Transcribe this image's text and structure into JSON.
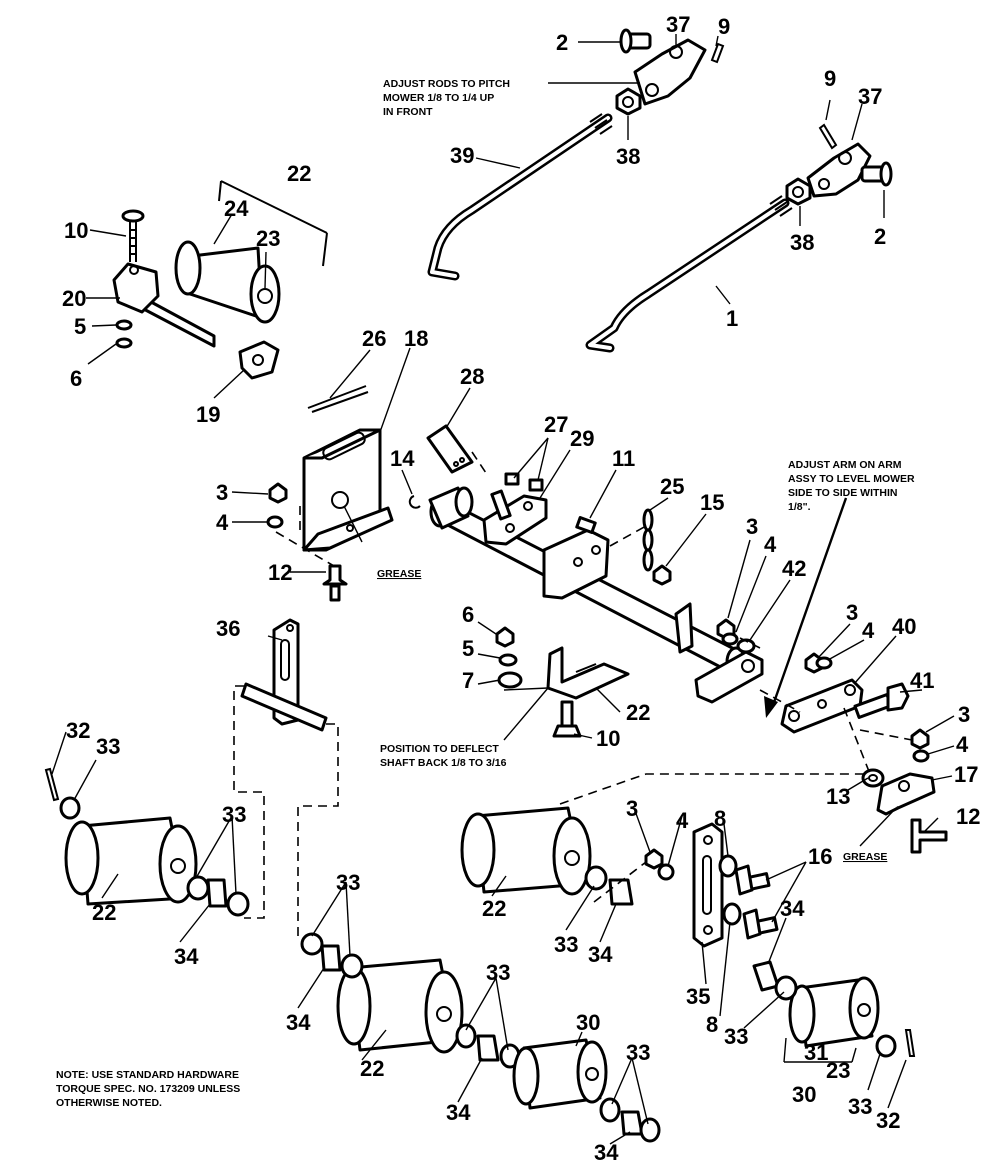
{
  "notes": {
    "pitch": [
      "ADJUST RODS TO PITCH",
      "MOWER 1/8 TO 1/4 UP",
      "IN FRONT"
    ],
    "level": [
      "ADJUST ARM ON ARM",
      "ASSY TO LEVEL MOWER",
      "SIDE TO SIDE WITHIN",
      "1/8\"."
    ],
    "deflect": [
      "POSITION TO DEFLECT",
      "SHAFT BACK 1/8 TO 3/16"
    ],
    "grease": "GREASE",
    "hardware": [
      "NOTE:  USE STANDARD HARDWARE",
      "TORQUE SPEC. NO. 173209 UNLESS",
      "OTHERWISE NOTED."
    ]
  },
  "labels": [
    "2",
    "37",
    "9",
    "38",
    "39",
    "9",
    "37",
    "2",
    "38",
    "1",
    "22",
    "10",
    "24",
    "23",
    "20",
    "5",
    "6",
    "19",
    "26",
    "18",
    "28",
    "27",
    "29",
    "11",
    "25",
    "15",
    "14",
    "3",
    "4",
    "12",
    "3",
    "4",
    "42",
    "3",
    "4",
    "40",
    "41",
    "36",
    "6",
    "5",
    "7",
    "22",
    "10",
    "3",
    "4",
    "17",
    "13",
    "12",
    "32",
    "33",
    "33",
    "22",
    "34",
    "33",
    "34",
    "22",
    "3",
    "4",
    "8",
    "16",
    "22",
    "33",
    "34",
    "35",
    "8",
    "34",
    "33",
    "33",
    "30",
    "34",
    "33",
    "34",
    "31",
    "23",
    "30",
    "33",
    "32"
  ]
}
